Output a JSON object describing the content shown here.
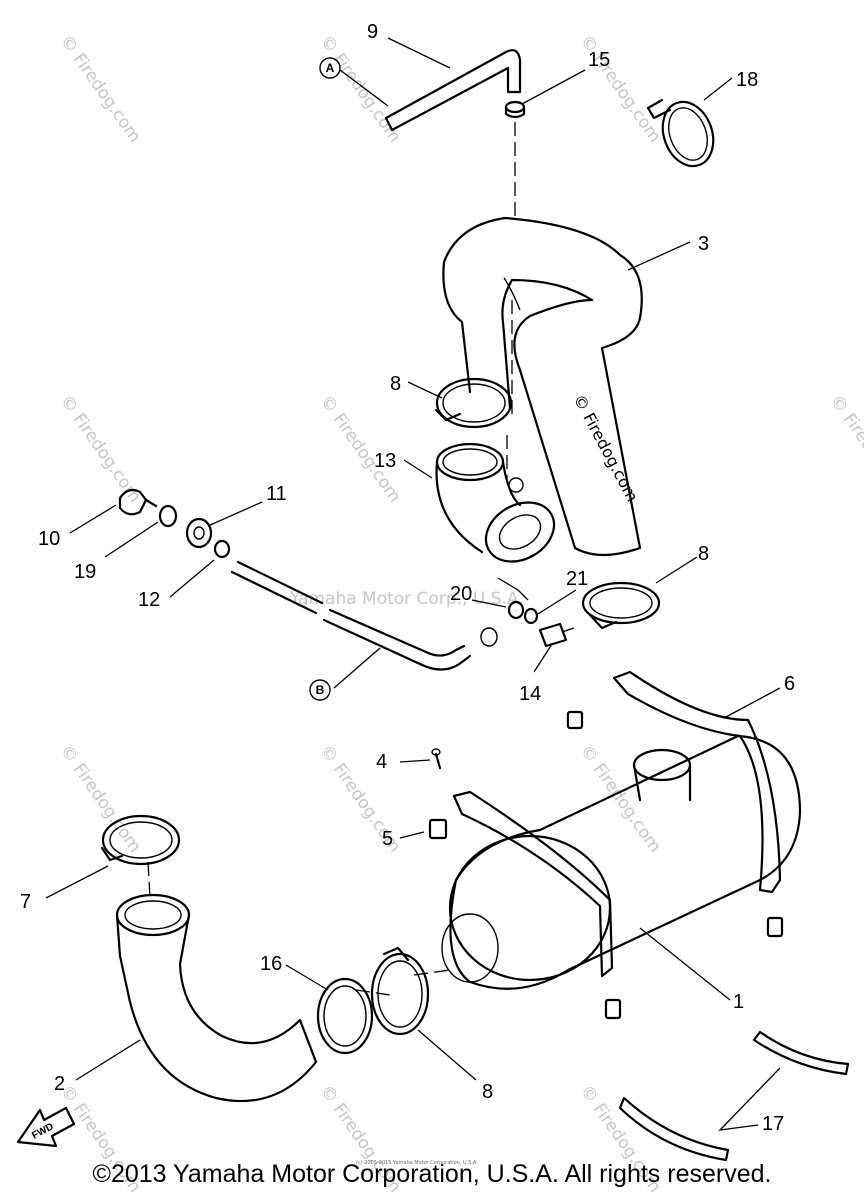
{
  "diagram": {
    "labels": {
      "p1": "1",
      "p2": "2",
      "p3": "3",
      "p4": "4",
      "p5": "5",
      "p6": "6",
      "p7": "7",
      "p8a": "8",
      "p8b": "8",
      "p8c": "8",
      "p9": "9",
      "p10": "10",
      "p11": "11",
      "p12": "12",
      "p13": "13",
      "p14": "14",
      "p15": "15",
      "p16": "16",
      "p17": "17",
      "p18": "18",
      "p19": "19",
      "p20": "20",
      "p21": "21"
    },
    "connectors": {
      "a": "A",
      "b": "B"
    },
    "fwd": "FWD",
    "watermarks": {
      "main": "Yamaha Motor Corp., U.S.A.",
      "firedog": "© Firedog.com"
    }
  },
  "footer": {
    "copyright": "©2013 Yamaha Motor Corporation, U.S.A. All rights reserved.",
    "tiny": "(c) 2005-2015 Yamaha Motor Corporation, U.S.A."
  }
}
